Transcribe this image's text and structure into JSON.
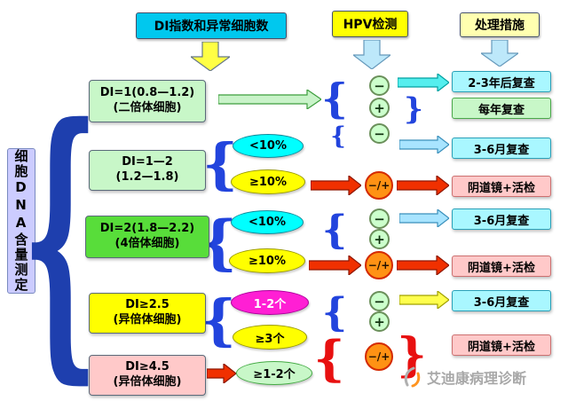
{
  "headers": {
    "di": "DI指数和异常细胞数",
    "hpv": "HPV检测",
    "action": "处理措施"
  },
  "left_label": "细胞DNA含量测定",
  "flow": {
    "di_boxes": [
      {
        "line1": "DI=1(0.8—1.2)",
        "line2": "(二倍体细胞)"
      },
      {
        "line1": "DI=1—2",
        "line2": "(1.2—1.8)"
      },
      {
        "line1": "DI=2(1.8—2.2)",
        "line2": "(4倍体细胞)"
      },
      {
        "line1": "DI≥2.5",
        "line2": "(异倍体细胞)"
      },
      {
        "line1": "DI≥4.5",
        "line2": "(异倍体细胞)"
      }
    ],
    "cell_count_ovals": [
      {
        "label": "<10%"
      },
      {
        "label": "≥10%"
      },
      {
        "label": "<10%"
      },
      {
        "label": "≥10%"
      },
      {
        "label": "1-2个"
      },
      {
        "label": "≥3个"
      },
      {
        "label": "≥1-2个"
      }
    ],
    "hpv_results": [
      {
        "symbol": "−"
      },
      {
        "symbol": "+"
      },
      {
        "symbol": "−"
      },
      {
        "symbol": "−/+"
      },
      {
        "symbol": "−"
      },
      {
        "symbol": "+"
      },
      {
        "symbol": "−/+"
      },
      {
        "symbol": "−"
      },
      {
        "symbol": "+"
      },
      {
        "symbol": "−/+"
      }
    ],
    "actions": [
      {
        "label": "2-3年后复查"
      },
      {
        "label": "每年复查"
      },
      {
        "label": "3-6月复查"
      },
      {
        "label": "阴道镜+活检"
      },
      {
        "label": "3-6月复查"
      },
      {
        "label": "阴道镜+活检"
      },
      {
        "label": "3-6月复查"
      },
      {
        "label": "阴道镜+活检"
      }
    ]
  },
  "glyphs": {
    "brace_open": "{",
    "brace_close": "}"
  },
  "watermark": "艾迪康病理诊断",
  "colors": {
    "di_header_bg": "#00C8EE",
    "hpv_header_bg": "#FFFF00",
    "action_header_bg": "#FFFFB0",
    "left_label_bg": "#CCCCFF",
    "light_green": "#C8F7C8",
    "bright_green": "#58DD3A",
    "cyan_oval": "#00FFFF",
    "yellow_oval": "#FFFF00",
    "magenta_oval": "#FF1FD4",
    "pink_box": "#FFC9C9",
    "light_cyan_box": "#A9F7FF",
    "hpv_circle_green": "#CCFFCC",
    "hpv_circle_orange": "#FF9214",
    "red_arrow": "#F03000",
    "blue_brace": "#2244DD",
    "red_brace": "#E81010"
  }
}
